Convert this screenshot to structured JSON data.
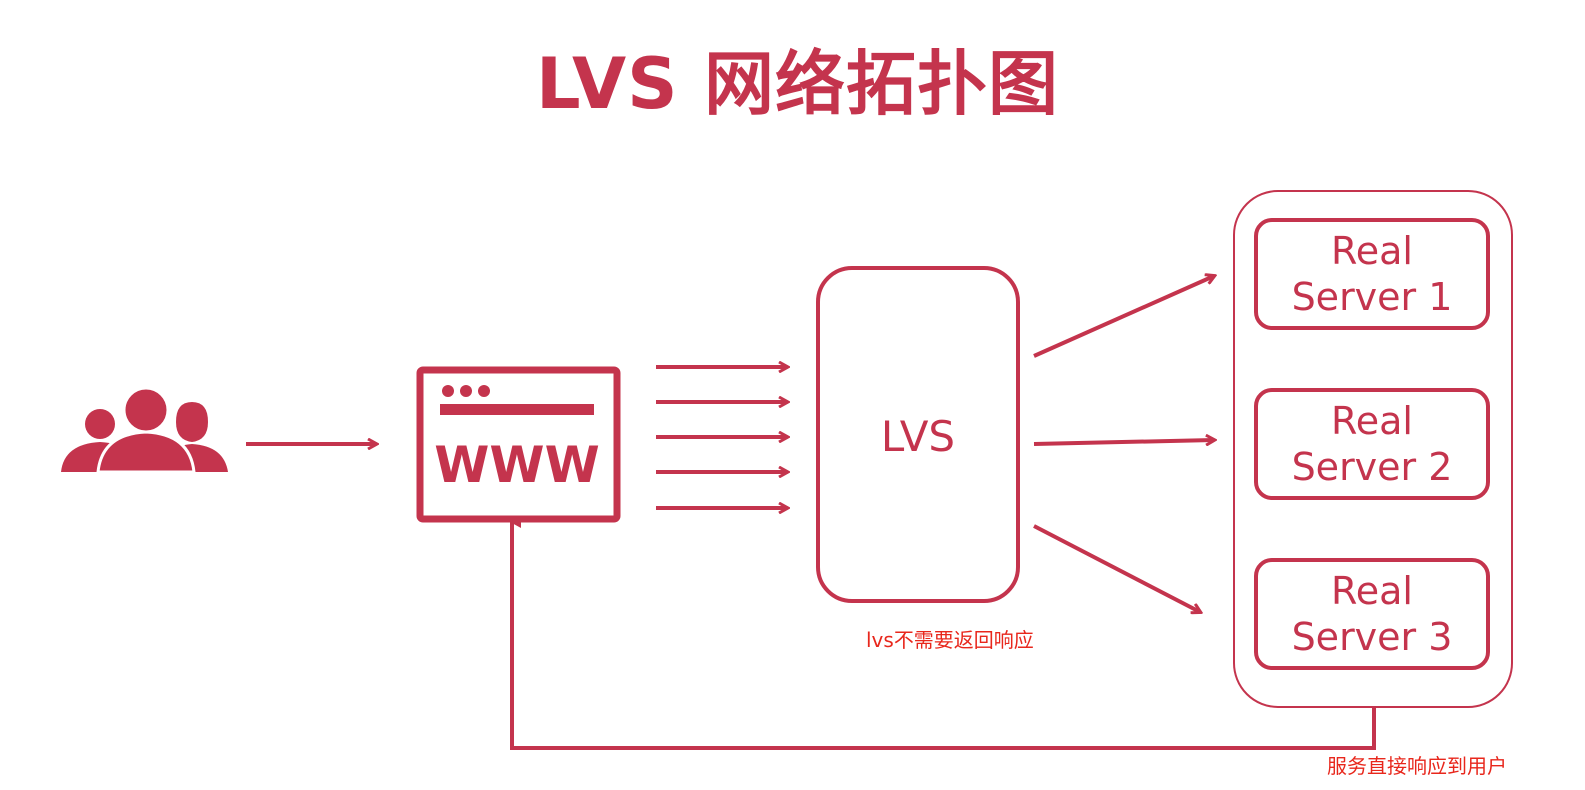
{
  "title": "LVS 网络拓扑图",
  "icons": {
    "users": "users-group-icon",
    "website": "www-browser-icon"
  },
  "website_label": "WWW",
  "lvs": {
    "label": "LVS"
  },
  "real_servers": [
    {
      "line1": "Real",
      "line2": "Server 1"
    },
    {
      "line1": "Real",
      "line2": "Server 2"
    },
    {
      "line1": "Real",
      "line2": "Server 3"
    }
  ],
  "notes": {
    "lvs_note": "lvs不需要返回响应",
    "return_note": "服务直接响应到用户"
  },
  "colors": {
    "primary": "#c4344d",
    "note": "#e8271c"
  }
}
